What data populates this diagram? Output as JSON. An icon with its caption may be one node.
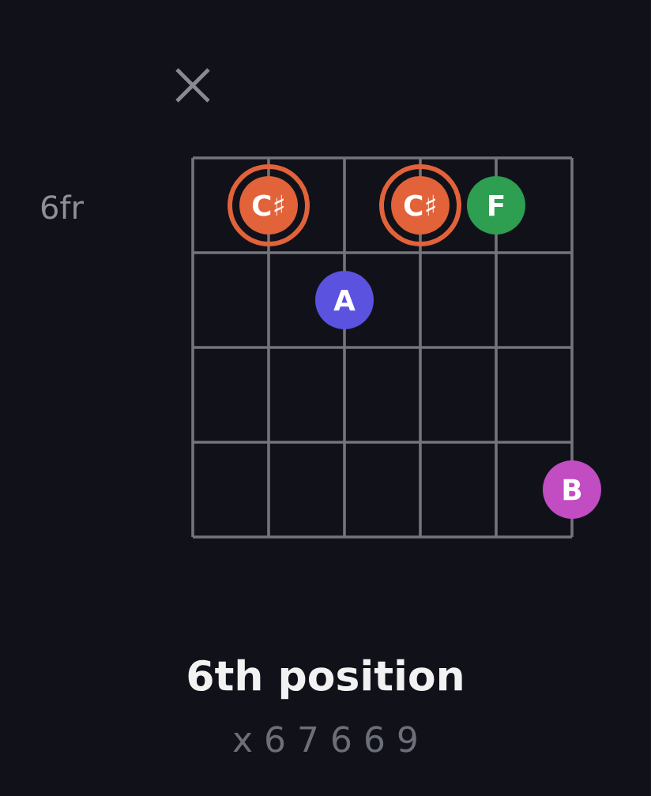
{
  "diagram": {
    "title": "6th position",
    "nodes": [
      {
        "text": [
          "C♯"
        ]
      },
      {
        "text": [
          "C♯"
        ]
      },
      {
        "text": [
          "F"
        ]
      },
      {
        "text": [
          "A"
        ]
      },
      {
        "text": [
          "B"
        ]
      }
    ],
    "labels": [
      "6fr",
      "x 6 7 6 6 9"
    ]
  }
}
